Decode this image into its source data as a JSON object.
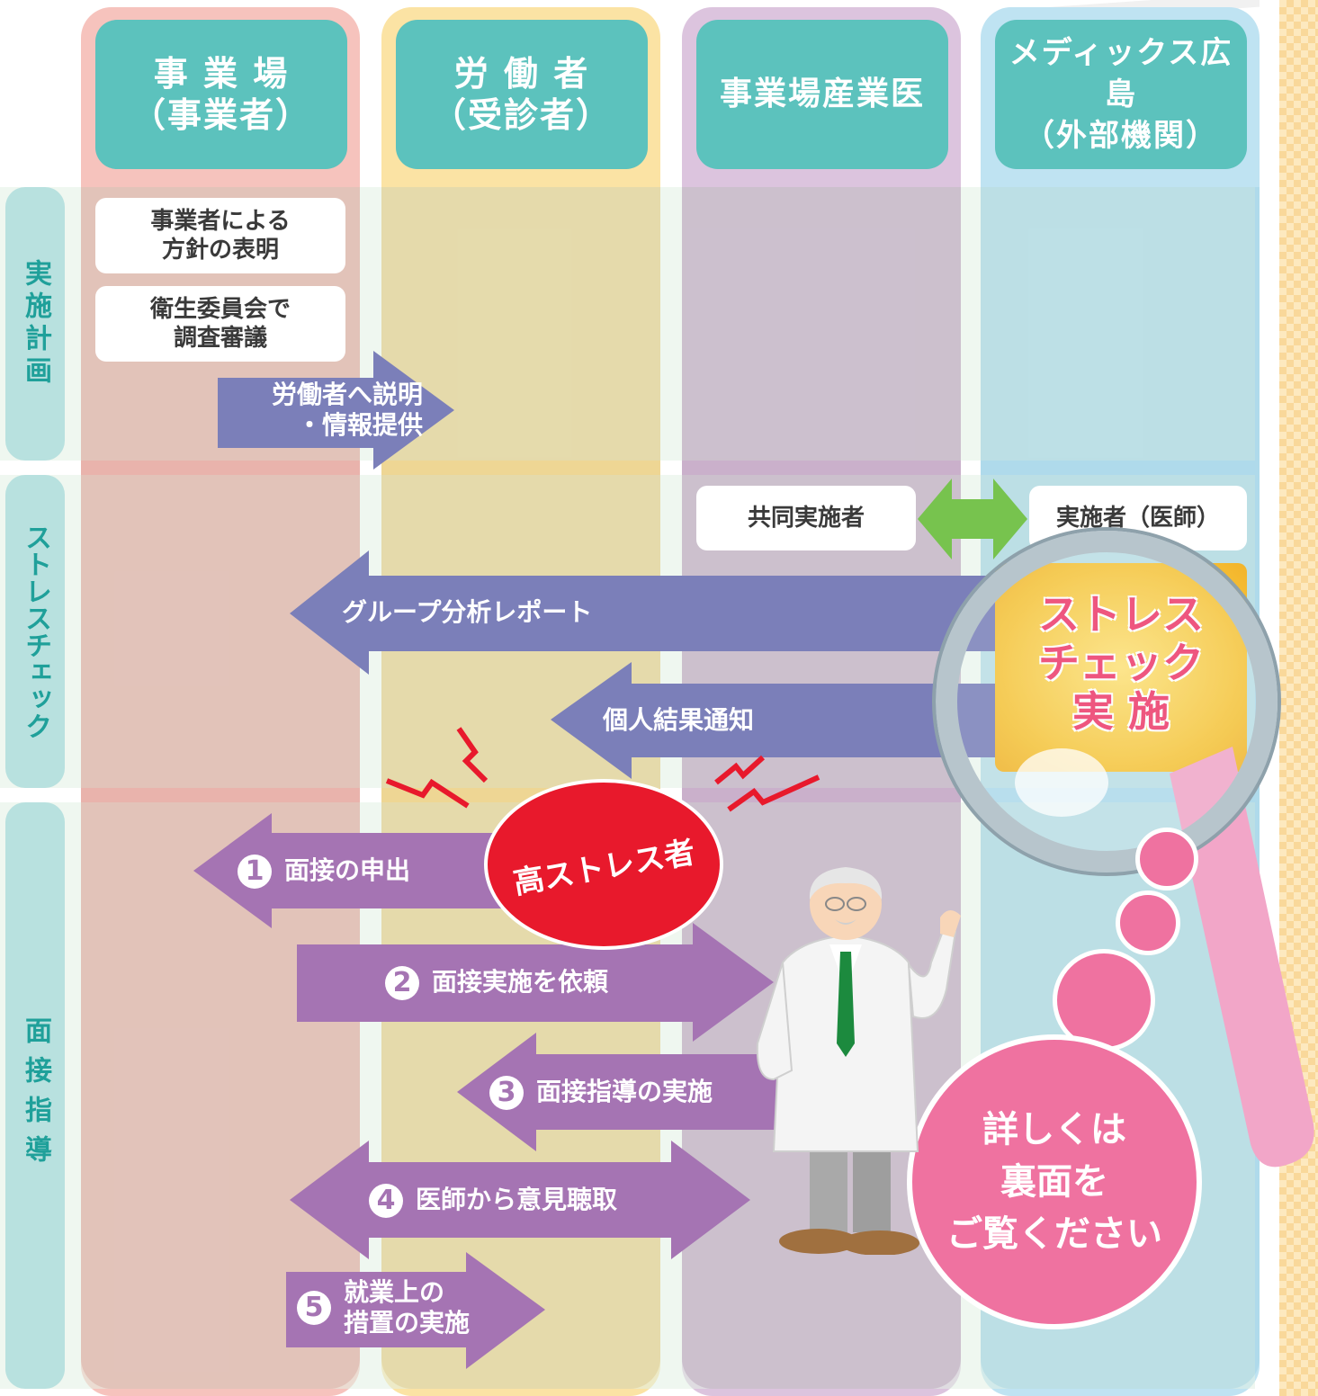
{
  "columns": [
    {
      "label": "事 業 場\n（事業者）"
    },
    {
      "label": "労 働 者\n（受診者）"
    },
    {
      "label": "事業場産業医"
    },
    {
      "label": "メディックス広島\n（外部機関）"
    }
  ],
  "phases": {
    "plan": "実施計画",
    "stress_check": "ストレスチェック",
    "interview": "面接指導"
  },
  "plan_steps": {
    "policy": "事業者による\n方針の表明",
    "committee": "衛生委員会で\n調査審議",
    "explain": "労働者へ説明\n・情報提供"
  },
  "stress_check_steps": {
    "co_implementer": "共同実施者",
    "implementer": "実施者（医師）",
    "group_report": "グループ分析レポート",
    "individual_result": "個人結果通知",
    "execute": "ストレス\nチェック\n実 施"
  },
  "high_stress_label": "高ストレス者",
  "interview_steps": [
    {
      "num": "1",
      "label": "面接の申出"
    },
    {
      "num": "2",
      "label": "面接実施を依頼"
    },
    {
      "num": "3",
      "label": "面接指導の実施"
    },
    {
      "num": "4",
      "label": "医師から意見聴取"
    },
    {
      "num": "5",
      "label": "就業上の\n措置の実施"
    }
  ],
  "callout": "詳しくは\n裏面を\nご覧ください",
  "colors": {
    "column_employer": "#f6c3bd",
    "column_worker": "#fbe3a4",
    "column_doctor": "#dcc4de",
    "column_external": "#bfe3f2",
    "header_teal": "#5cc2bd",
    "arrow_blue": "#7b7fb9",
    "arrow_purple": "#a574b3",
    "arrow_green": "#77c34e",
    "high_stress_red": "#e8192c",
    "callout_pink": "#ef72a0"
  }
}
